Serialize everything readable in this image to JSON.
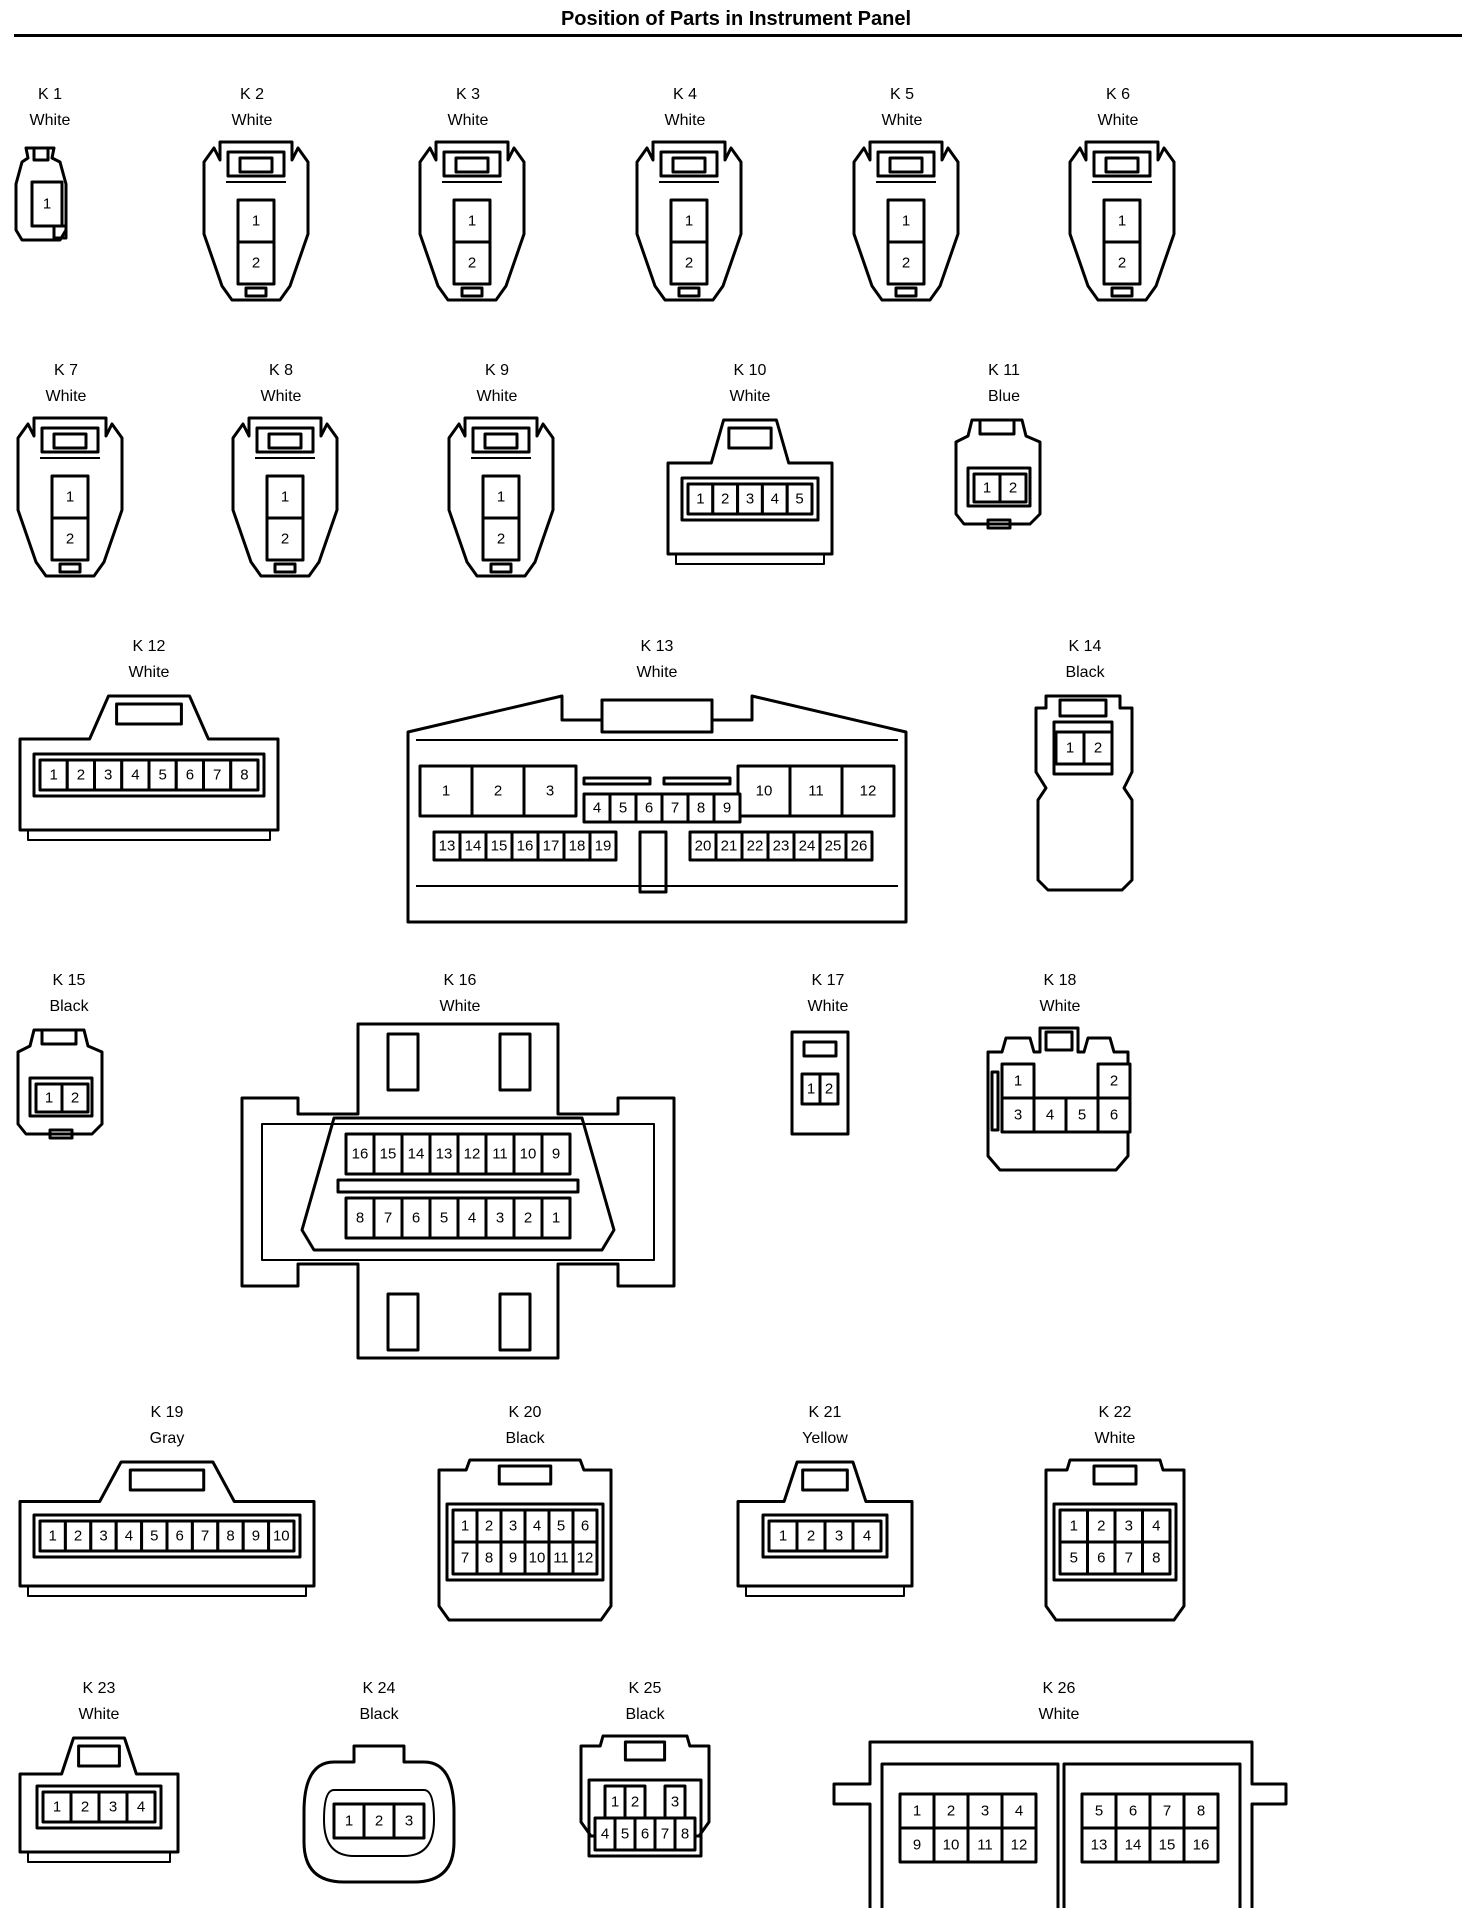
{
  "title": "Position of Parts in Instrument Panel",
  "connectors": [
    {
      "id": "K 1",
      "color": "White",
      "type": "small1"
    },
    {
      "id": "K 2",
      "color": "White",
      "type": "plug2"
    },
    {
      "id": "K 3",
      "color": "White",
      "type": "plug2"
    },
    {
      "id": "K 4",
      "color": "White",
      "type": "plug2"
    },
    {
      "id": "K 5",
      "color": "White",
      "type": "plug2"
    },
    {
      "id": "K 6",
      "color": "White",
      "type": "plug2"
    },
    {
      "id": "K 7",
      "color": "White",
      "type": "plug2"
    },
    {
      "id": "K 8",
      "color": "White",
      "type": "plug2"
    },
    {
      "id": "K 9",
      "color": "White",
      "type": "plug2"
    },
    {
      "id": "K 10",
      "color": "White",
      "type": "row",
      "pins": [
        [
          "1",
          "2",
          "3",
          "4",
          "5"
        ]
      ]
    },
    {
      "id": "K 11",
      "color": "Blue",
      "type": "small2",
      "pins": [
        [
          "1",
          "2"
        ]
      ]
    },
    {
      "id": "K 12",
      "color": "White",
      "type": "row",
      "pins": [
        [
          "1",
          "2",
          "3",
          "4",
          "5",
          "6",
          "7",
          "8"
        ]
      ]
    },
    {
      "id": "K 13",
      "color": "White",
      "type": "k13",
      "pins_big_left": [
        "1",
        "2",
        "3"
      ],
      "pins_mid": [
        "4",
        "5",
        "6",
        "7",
        "8",
        "9"
      ],
      "pins_big_right": [
        "10",
        "11",
        "12"
      ],
      "pins_bottom_left": [
        "13",
        "14",
        "15",
        "16",
        "17",
        "18",
        "19"
      ],
      "pins_bottom_right": [
        "20",
        "21",
        "22",
        "23",
        "24",
        "25",
        "26"
      ]
    },
    {
      "id": "K 14",
      "color": "Black",
      "type": "k14",
      "pins": [
        [
          "1",
          "2"
        ]
      ]
    },
    {
      "id": "K 15",
      "color": "Black",
      "type": "small2",
      "pins": [
        [
          "1",
          "2"
        ]
      ]
    },
    {
      "id": "K 16",
      "color": "White",
      "type": "k16",
      "pins": [
        [
          "16",
          "15",
          "14",
          "13",
          "12",
          "11",
          "10",
          "9"
        ],
        [
          "8",
          "7",
          "6",
          "5",
          "4",
          "3",
          "2",
          "1"
        ]
      ]
    },
    {
      "id": "K 17",
      "color": "White",
      "type": "small2v",
      "pins": [
        [
          "1",
          "2"
        ]
      ]
    },
    {
      "id": "K 18",
      "color": "White",
      "type": "k18",
      "pins": [
        [
          "1",
          "",
          "",
          "2"
        ],
        [
          "3",
          "4",
          "5",
          "6"
        ]
      ]
    },
    {
      "id": "K 19",
      "color": "Gray",
      "type": "row",
      "pins": [
        [
          "1",
          "2",
          "3",
          "4",
          "5",
          "6",
          "7",
          "8",
          "9",
          "10"
        ]
      ]
    },
    {
      "id": "K 20",
      "color": "Black",
      "type": "grid",
      "pins": [
        [
          "1",
          "2",
          "3",
          "4",
          "5",
          "6"
        ],
        [
          "7",
          "8",
          "9",
          "10",
          "11",
          "12"
        ]
      ]
    },
    {
      "id": "K 21",
      "color": "Yellow",
      "type": "row",
      "pins": [
        [
          "1",
          "2",
          "3",
          "4"
        ]
      ]
    },
    {
      "id": "K 22",
      "color": "White",
      "type": "grid",
      "pins": [
        [
          "1",
          "2",
          "3",
          "4"
        ],
        [
          "5",
          "6",
          "7",
          "8"
        ]
      ]
    },
    {
      "id": "K 23",
      "color": "White",
      "type": "row",
      "pins": [
        [
          "1",
          "2",
          "3",
          "4"
        ]
      ]
    },
    {
      "id": "K 24",
      "color": "Black",
      "type": "oval",
      "pins": [
        [
          "1",
          "2",
          "3"
        ]
      ]
    },
    {
      "id": "K 25",
      "color": "Black",
      "type": "grid",
      "pins": [
        [
          "1",
          "2",
          "",
          "3"
        ],
        [
          "4",
          "5",
          "6",
          "7",
          "8"
        ]
      ]
    },
    {
      "id": "K 26",
      "color": "White",
      "type": "k26",
      "pins_left": [
        [
          "1",
          "2",
          "3",
          "4"
        ],
        [
          "9",
          "10",
          "11",
          "12"
        ]
      ],
      "pins_right": [
        [
          "5",
          "6",
          "7",
          "8"
        ],
        [
          "13",
          "14",
          "15",
          "16"
        ]
      ]
    }
  ]
}
